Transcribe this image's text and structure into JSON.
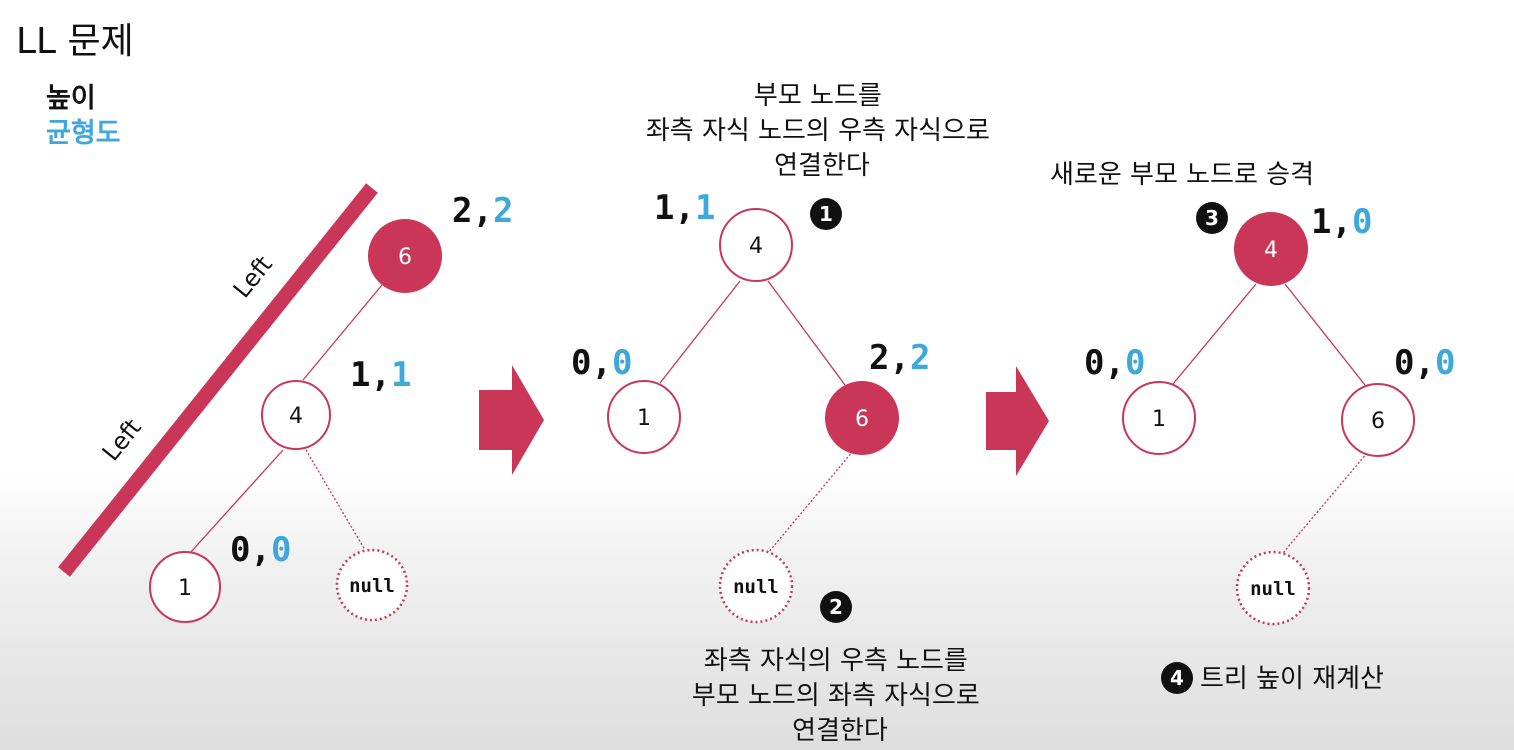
{
  "title": "LL 문제",
  "legend": {
    "height": "높이",
    "balance": "균형도"
  },
  "left_labels": [
    "Left",
    "Left"
  ],
  "colors": {
    "accent": "#c93657",
    "balance": "#3ea8dc",
    "text": "#111111"
  },
  "stages": [
    {
      "nodes": [
        {
          "label": "6",
          "filled": true,
          "height": "2",
          "balance": "2"
        },
        {
          "label": "4",
          "filled": false,
          "height": "1",
          "balance": "1"
        },
        {
          "label": "1",
          "filled": false,
          "height": "0",
          "balance": "0"
        },
        {
          "label": "null",
          "is_null": true
        }
      ]
    },
    {
      "nodes": [
        {
          "label": "4",
          "filled": false,
          "height": "1",
          "balance": "1"
        },
        {
          "label": "1",
          "filled": false,
          "height": "0",
          "balance": "0"
        },
        {
          "label": "6",
          "filled": true,
          "height": "2",
          "balance": "2"
        },
        {
          "label": "null",
          "is_null": true
        }
      ]
    },
    {
      "nodes": [
        {
          "label": "4",
          "filled": true,
          "height": "1",
          "balance": "0"
        },
        {
          "label": "1",
          "filled": false,
          "height": "0",
          "balance": "0"
        },
        {
          "label": "6",
          "filled": false,
          "height": "0",
          "balance": "0"
        },
        {
          "label": "null",
          "is_null": true
        }
      ]
    }
  ],
  "steps": [
    {
      "number": "1",
      "lines": [
        "부모 노드를",
        "좌측 자식 노드의 우측 자식으로",
        "연결한다"
      ]
    },
    {
      "number": "2",
      "lines": [
        "좌측 자식의 우측 노드를",
        "부모 노드의 좌측 자식으로",
        "연결한다"
      ]
    },
    {
      "number": "3",
      "lines": [
        "새로운 부모 노드로 승격"
      ]
    },
    {
      "number": "4",
      "lines": [
        "트리 높이 재계산"
      ]
    }
  ]
}
